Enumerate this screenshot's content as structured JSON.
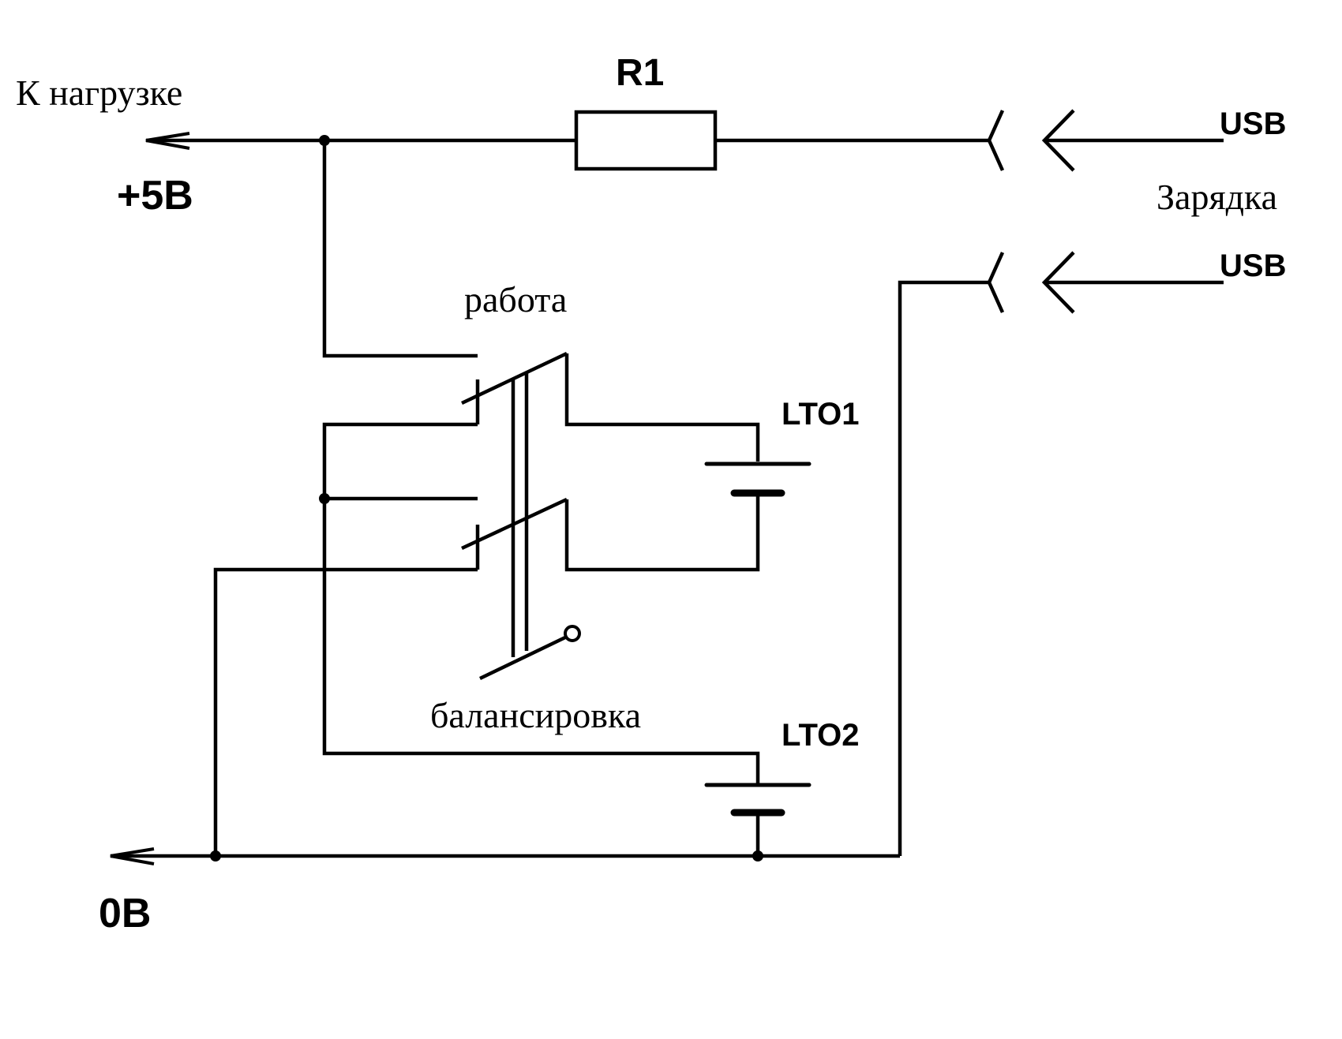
{
  "diagram": {
    "type": "electrical-schematic",
    "labels": {
      "load": "К нагрузке",
      "plus5v": "+5В",
      "zero_v": "0В",
      "resistor": "R1",
      "usb_top": "USB",
      "usb_bottom": "USB",
      "charging": "Зарядка",
      "work_mode": "работа",
      "balance_mode": "балансировка",
      "battery1": "LTO1",
      "battery2": "LTO2"
    },
    "components": [
      {
        "id": "R1",
        "kind": "resistor"
      },
      {
        "id": "LTO1",
        "kind": "battery-cell"
      },
      {
        "id": "LTO2",
        "kind": "battery-cell"
      },
      {
        "id": "SW",
        "kind": "double-pole switch",
        "positions": [
          "работа",
          "балансировка"
        ]
      },
      {
        "id": "USB",
        "kind": "connector",
        "pins": 2
      }
    ],
    "colors": {
      "ink": "#000000",
      "background": "#ffffff"
    }
  }
}
